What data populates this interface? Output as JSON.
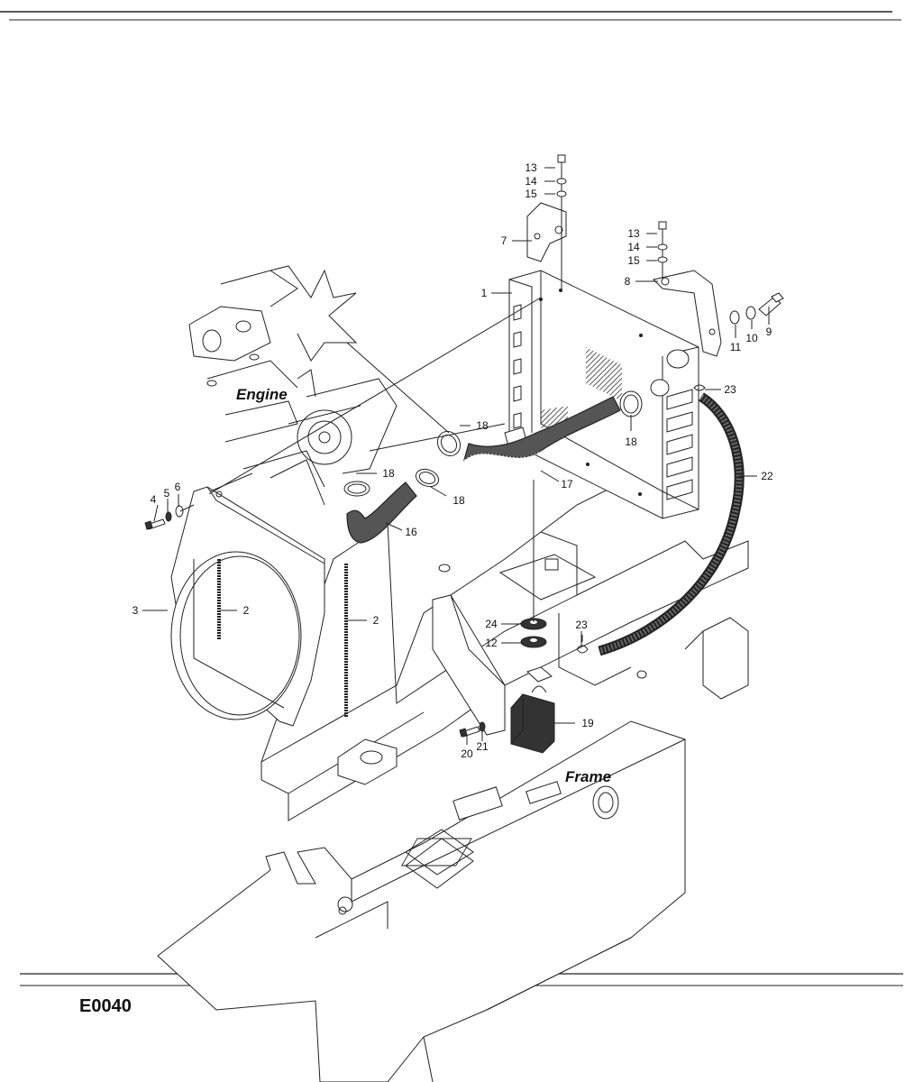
{
  "labels": {
    "engine": "Engine",
    "frame": "Frame",
    "diagram_code": "E0040"
  },
  "callouts": [
    {
      "id": "c13a",
      "text": "13"
    },
    {
      "id": "c14a",
      "text": "14"
    },
    {
      "id": "c15a",
      "text": "15"
    },
    {
      "id": "c7",
      "text": "7"
    },
    {
      "id": "c1",
      "text": "1"
    },
    {
      "id": "c13b",
      "text": "13"
    },
    {
      "id": "c14b",
      "text": "14"
    },
    {
      "id": "c15b",
      "text": "15"
    },
    {
      "id": "c8",
      "text": "8"
    },
    {
      "id": "c11",
      "text": "11"
    },
    {
      "id": "c10",
      "text": "10"
    },
    {
      "id": "c9",
      "text": "9"
    },
    {
      "id": "c23a",
      "text": "23"
    },
    {
      "id": "c18a",
      "text": "18"
    },
    {
      "id": "c18b",
      "text": "18"
    },
    {
      "id": "c18c",
      "text": "18"
    },
    {
      "id": "c18d",
      "text": "18"
    },
    {
      "id": "c17",
      "text": "17"
    },
    {
      "id": "c22",
      "text": "22"
    },
    {
      "id": "c16",
      "text": "16"
    },
    {
      "id": "c4",
      "text": "4"
    },
    {
      "id": "c5",
      "text": "5"
    },
    {
      "id": "c6",
      "text": "6"
    },
    {
      "id": "c3",
      "text": "3"
    },
    {
      "id": "c2a",
      "text": "2"
    },
    {
      "id": "c2b",
      "text": "2"
    },
    {
      "id": "c24",
      "text": "24"
    },
    {
      "id": "c12",
      "text": "12"
    },
    {
      "id": "c23b",
      "text": "23"
    },
    {
      "id": "c19",
      "text": "19"
    },
    {
      "id": "c20",
      "text": "20"
    },
    {
      "id": "c21",
      "text": "21"
    }
  ]
}
